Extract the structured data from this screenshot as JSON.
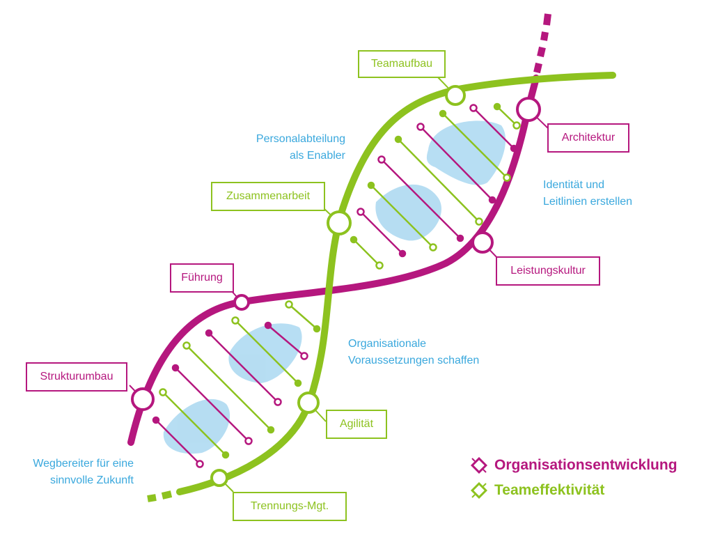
{
  "colors": {
    "organisation": "#b5177e",
    "team": "#8dc21f",
    "note": "#3aa8dd",
    "cloud": "#b3dcf2"
  },
  "labels": {
    "teamaufbau": "Teamaufbau",
    "architektur": "Architektur",
    "zusammenarbeit": "Zusammenarbeit",
    "leistungskultur": "Leistungskultur",
    "fuehrung": "Führung",
    "strukturumbau": "Strukturumbau",
    "agilitaet": "Agilität",
    "trennungs": "Trennungs-Mgt."
  },
  "notes": {
    "personal": [
      "Personalabteilung",
      "als Enabler"
    ],
    "identitaet": [
      "Identität und",
      "Leitlinien erstellen"
    ],
    "organisationale": [
      "Organisationale",
      "Voraussetzungen schaffen"
    ],
    "wegbereiter": [
      "Wegbereiter für eine",
      "sinnvolle Zukunft"
    ]
  },
  "legend": {
    "organisation": "Organisationsentwicklung",
    "team": "Teameffektivität"
  }
}
